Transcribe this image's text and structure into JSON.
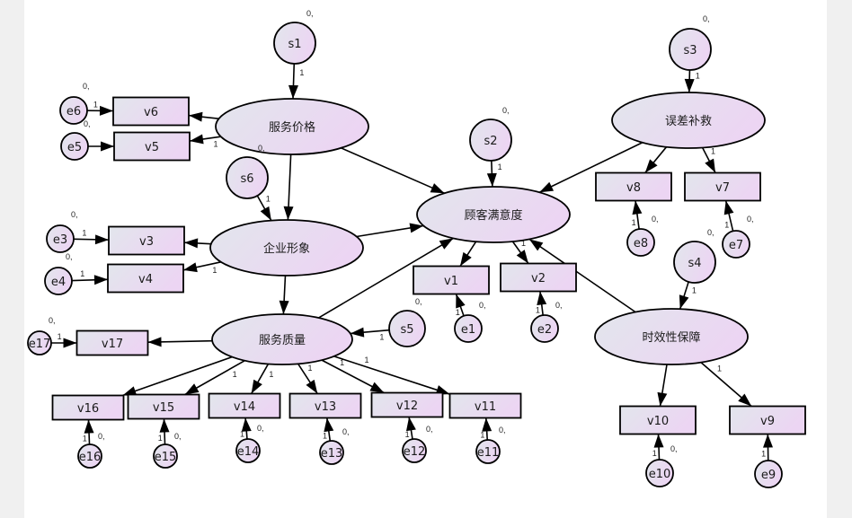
{
  "diagram": {
    "title": "",
    "colors": {
      "fill_start": "#e2e6ec",
      "fill_end": "#ecd5f3",
      "stroke": "#000000",
      "background": "#ffffff",
      "margin": "#f0f0f0"
    },
    "latent": [
      {
        "id": "L_price",
        "label": "服务价格"
      },
      {
        "id": "L_image",
        "label": "企业形象"
      },
      {
        "id": "L_quality",
        "label": "服务质量"
      },
      {
        "id": "L_satisfaction",
        "label": "顾客满意度"
      },
      {
        "id": "L_recovery",
        "label": "误差补救"
      },
      {
        "id": "L_timeliness",
        "label": "时效性保障"
      }
    ],
    "observed": [
      {
        "id": "v1",
        "label": "v1"
      },
      {
        "id": "v2",
        "label": "v2"
      },
      {
        "id": "v3",
        "label": "v3"
      },
      {
        "id": "v4",
        "label": "v4"
      },
      {
        "id": "v5",
        "label": "v5"
      },
      {
        "id": "v6",
        "label": "v6"
      },
      {
        "id": "v7",
        "label": "v7"
      },
      {
        "id": "v8",
        "label": "v8"
      },
      {
        "id": "v9",
        "label": "v9"
      },
      {
        "id": "v10",
        "label": "v10"
      },
      {
        "id": "v11",
        "label": "v11"
      },
      {
        "id": "v12",
        "label": "v12"
      },
      {
        "id": "v13",
        "label": "v13"
      },
      {
        "id": "v14",
        "label": "v14"
      },
      {
        "id": "v15",
        "label": "v15"
      },
      {
        "id": "v16",
        "label": "v16"
      },
      {
        "id": "v17",
        "label": "v17"
      }
    ],
    "errors": [
      {
        "id": "e1",
        "label": "e1",
        "variance_label": "0,"
      },
      {
        "id": "e2",
        "label": "e2",
        "variance_label": "0,"
      },
      {
        "id": "e3",
        "label": "e3",
        "variance_label": "0,"
      },
      {
        "id": "e4",
        "label": "e4",
        "variance_label": "0,"
      },
      {
        "id": "e5",
        "label": "e5",
        "variance_label": "0,"
      },
      {
        "id": "e6",
        "label": "e6",
        "variance_label": "0,"
      },
      {
        "id": "e7",
        "label": "e7",
        "variance_label": "0,"
      },
      {
        "id": "e8",
        "label": "e8",
        "variance_label": "0,"
      },
      {
        "id": "e9",
        "label": "e9",
        "variance_label": ""
      },
      {
        "id": "e10",
        "label": "e10",
        "variance_label": "0,"
      },
      {
        "id": "e11",
        "label": "e11",
        "variance_label": "0,"
      },
      {
        "id": "e12",
        "label": "e12",
        "variance_label": "0,"
      },
      {
        "id": "e13",
        "label": "e13",
        "variance_label": "0,"
      },
      {
        "id": "e14",
        "label": "e14",
        "variance_label": "0,"
      },
      {
        "id": "e15",
        "label": "e15",
        "variance_label": "0,"
      },
      {
        "id": "e16",
        "label": "e16",
        "variance_label": "0,"
      },
      {
        "id": "e17",
        "label": "e17",
        "variance_label": "0,"
      },
      {
        "id": "s1",
        "label": "s1",
        "variance_label": "0,"
      },
      {
        "id": "s2",
        "label": "s2",
        "variance_label": "0,"
      },
      {
        "id": "s3",
        "label": "s3",
        "variance_label": "0,"
      },
      {
        "id": "s4",
        "label": "s4",
        "variance_label": "0,"
      },
      {
        "id": "s5",
        "label": "s5",
        "variance_label": "0,"
      },
      {
        "id": "s6",
        "label": "s6",
        "variance_label": "0,"
      }
    ],
    "paths": [
      {
        "from": "s1",
        "to": "L_price",
        "weight": "1"
      },
      {
        "from": "s2",
        "to": "L_satisfaction",
        "weight": "1"
      },
      {
        "from": "s3",
        "to": "L_recovery",
        "weight": "1"
      },
      {
        "from": "s4",
        "to": "L_timeliness",
        "weight": "1"
      },
      {
        "from": "s5",
        "to": "L_quality",
        "weight": "1"
      },
      {
        "from": "s6",
        "to": "L_image",
        "weight": "1"
      },
      {
        "from": "L_price",
        "to": "L_image",
        "weight": ""
      },
      {
        "from": "L_price",
        "to": "L_satisfaction",
        "weight": ""
      },
      {
        "from": "L_image",
        "to": "L_quality",
        "weight": ""
      },
      {
        "from": "L_image",
        "to": "L_satisfaction",
        "weight": ""
      },
      {
        "from": "L_quality",
        "to": "L_satisfaction",
        "weight": ""
      },
      {
        "from": "L_recovery",
        "to": "L_satisfaction",
        "weight": ""
      },
      {
        "from": "L_timeliness",
        "to": "L_satisfaction",
        "weight": ""
      },
      {
        "from": "L_price",
        "to": "v6",
        "weight": ""
      },
      {
        "from": "L_price",
        "to": "v5",
        "weight": "1"
      },
      {
        "from": "L_image",
        "to": "v3",
        "weight": ""
      },
      {
        "from": "L_image",
        "to": "v4",
        "weight": "1"
      },
      {
        "from": "L_quality",
        "to": "v17",
        "weight": ""
      },
      {
        "from": "L_quality",
        "to": "v16",
        "weight": ""
      },
      {
        "from": "L_quality",
        "to": "v15",
        "weight": "1"
      },
      {
        "from": "L_quality",
        "to": "v14",
        "weight": "1"
      },
      {
        "from": "L_quality",
        "to": "v13",
        "weight": "1"
      },
      {
        "from": "L_quality",
        "to": "v12",
        "weight": "1"
      },
      {
        "from": "L_quality",
        "to": "v11",
        "weight": "1"
      },
      {
        "from": "L_satisfaction",
        "to": "v1",
        "weight": ""
      },
      {
        "from": "L_satisfaction",
        "to": "v2",
        "weight": "1"
      },
      {
        "from": "L_recovery",
        "to": "v8",
        "weight": ""
      },
      {
        "from": "L_recovery",
        "to": "v7",
        "weight": "1"
      },
      {
        "from": "L_timeliness",
        "to": "v10",
        "weight": ""
      },
      {
        "from": "L_timeliness",
        "to": "v9",
        "weight": "1"
      },
      {
        "from": "e1",
        "to": "v1",
        "weight": "1"
      },
      {
        "from": "e2",
        "to": "v2",
        "weight": "1"
      },
      {
        "from": "e3",
        "to": "v3",
        "weight": "1"
      },
      {
        "from": "e4",
        "to": "v4",
        "weight": "1"
      },
      {
        "from": "e5",
        "to": "v5",
        "weight": ""
      },
      {
        "from": "e6",
        "to": "v6",
        "weight": "1"
      },
      {
        "from": "e7",
        "to": "v7",
        "weight": "1"
      },
      {
        "from": "e8",
        "to": "v8",
        "weight": "1"
      },
      {
        "from": "e9",
        "to": "v9",
        "weight": "1"
      },
      {
        "from": "e10",
        "to": "v10",
        "weight": "1"
      },
      {
        "from": "e11",
        "to": "v11",
        "weight": "1"
      },
      {
        "from": "e12",
        "to": "v12",
        "weight": "1"
      },
      {
        "from": "e13",
        "to": "v13",
        "weight": "1"
      },
      {
        "from": "e14",
        "to": "v14",
        "weight": "1"
      },
      {
        "from": "e15",
        "to": "v15",
        "weight": "1"
      },
      {
        "from": "e16",
        "to": "v16",
        "weight": "1"
      },
      {
        "from": "e17",
        "to": "v17",
        "weight": "1"
      }
    ]
  }
}
